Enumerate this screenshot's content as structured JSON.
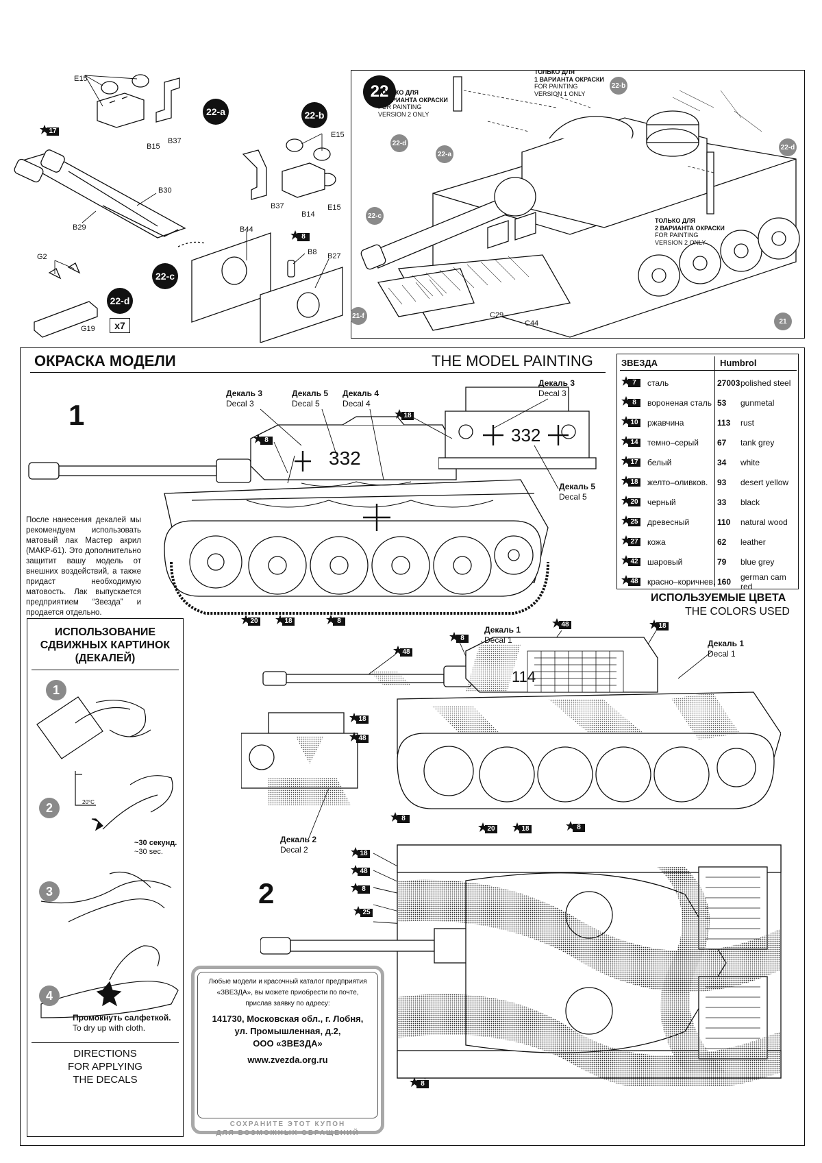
{
  "assembly_top": {
    "step_number": "22",
    "substeps": {
      "a": "22-a",
      "b": "22-b",
      "c": "22-c",
      "d": "22-d"
    },
    "ref_steps": {
      "r21f": "21-f",
      "r21": "21"
    },
    "multiplier": "x7",
    "parts": {
      "e15_1": "E15",
      "b15": "B15",
      "b37_1": "B37",
      "e15_2": "E15",
      "e15_3": "E15",
      "b37_2": "B37",
      "b14": "B14",
      "b30": "B30",
      "b29": "B29",
      "b44": "B44",
      "b8": "B8",
      "b27": "B27",
      "g2": "G2",
      "g19": "G19",
      "c29": "C29",
      "c44": "C44"
    },
    "color_refs": {
      "c17": "17",
      "c8": "8"
    },
    "version_notes": {
      "v1_ru_1": "ТОЛЬКО ДЛЯ",
      "v1_ru_2": "1 ВАРИАНТА ОКРАСКИ",
      "v1_en_1": "FOR PAINTING",
      "v1_en_2": "VERSION 1 ONLY",
      "v2a_ru_1": "ТОЛЬКО ДЛЯ",
      "v2a_ru_2": "2 ВАРИАНТА ОКРАСКИ",
      "v2a_en_1": "FOR PAINTING",
      "v2a_en_2": "VERSION 2 ONLY",
      "v2b_ru_1": "ТОЛЬКО ДЛЯ",
      "v2b_ru_2": "2 ВАРИАНТА ОКРАСКИ",
      "v2b_en_1": "FOR PAINTING",
      "v2b_en_2": "VERSION 2 ONLY"
    }
  },
  "painting": {
    "title_ru": "ОКРАСКА МОДЕЛИ",
    "title_en": "THE MODEL PAINTING",
    "version_1": "1",
    "version_2": "2",
    "tank1_number": "332",
    "tank2_number": "114",
    "v1_decals": {
      "d3_ru": "Декаль 3",
      "d3_en": "Decal 3",
      "d5_ru": "Декаль 5",
      "d5_en": "Decal 5",
      "d4_ru": "Декаль 4",
      "d4_en": "Decal 4",
      "d3b_ru": "Декаль 3",
      "d3b_en": "Decal 3",
      "d5b_ru": "Декаль 5",
      "d5b_en": "Decal 5"
    },
    "v2_decals": {
      "d1_ru": "Декаль 1",
      "d1_en": "Decal 1",
      "d1b_ru": "Декаль 1",
      "d1b_en": "Decal 1",
      "d2_ru": "Декаль 2",
      "d2_en": "Decal 2"
    },
    "v1_colors": {
      "a": "8",
      "b": "18",
      "c": "20",
      "d": "18",
      "e": "8"
    },
    "v2_colors": {
      "a": "48",
      "b": "8",
      "c": "48",
      "d": "18",
      "e": "18",
      "f": "48",
      "g": "8",
      "h": "20",
      "i": "18",
      "j": "8"
    },
    "v2_top_colors": {
      "a": "18",
      "b": "48",
      "c": "8",
      "d": "25",
      "e": "8"
    },
    "varnish_note": "После нанесения декалей мы рекомендуем использовать матовый лак Мастер акрил (МАКР-61). Это дополнительно защитит вашу модель от внешних воздействий, а также придаст необходимую матовость. Лак выпускается предприятием “Звезда” и продается отдельно."
  },
  "color_table": {
    "col_zvezda": "ЗВЕЗДА",
    "col_humbrol": "Humbrol",
    "rows": [
      {
        "num": "7",
        "ru": "сталь",
        "code": "27003",
        "en": "polished steel"
      },
      {
        "num": "8",
        "ru": "вороненая сталь",
        "code": "53",
        "en": "gunmetal"
      },
      {
        "num": "10",
        "ru": "ржавчина",
        "code": "113",
        "en": "rust"
      },
      {
        "num": "14",
        "ru": "темно–серый",
        "code": "67",
        "en": "tank grey"
      },
      {
        "num": "17",
        "ru": "белый",
        "code": "34",
        "en": "white"
      },
      {
        "num": "18",
        "ru": "желто–оливков.",
        "code": "93",
        "en": "desert yellow"
      },
      {
        "num": "20",
        "ru": "черный",
        "code": "33",
        "en": "black"
      },
      {
        "num": "25",
        "ru": "древесный",
        "code": "110",
        "en": "natural wood"
      },
      {
        "num": "27",
        "ru": "кожа",
        "code": "62",
        "en": "leather"
      },
      {
        "num": "42",
        "ru": "шаровый",
        "code": "79",
        "en": "blue grey"
      },
      {
        "num": "48",
        "ru": "красно–коричнев.",
        "code": "160",
        "en": "german cam red"
      }
    ],
    "caption_ru": "ИСПОЛЬЗУЕМЫЕ ЦВЕТА",
    "caption_en": "THE COLORS USED"
  },
  "decal_directions": {
    "title_ru_1": "ИСПОЛЬЗОВАНИЕ",
    "title_ru_2": "СДВИЖНЫХ КАРТИНОК",
    "title_ru_3": "(ДЕКАЛЕЙ)",
    "steps": [
      "1",
      "2",
      "3",
      "4"
    ],
    "temp": "20°C",
    "time_ru": "~30 секунд.",
    "time_en": "~30 sec.",
    "dry_ru": "Промокнуть салфеткой.",
    "dry_en": "To dry up with cloth.",
    "footer_1": "DIRECTIONS",
    "footer_2": "FOR APPLYING",
    "footer_3": "THE DECALS"
  },
  "coupon": {
    "line1": "Любые модели и красочный каталог предприятия",
    "line2": "«ЗВЕЗДА», вы можете приобрести по почте,",
    "line3": "прислав заявку по адресу:",
    "addr1": "141730, Московская обл., г. Лобня,",
    "addr2": "ул. Промышленная, д.2,",
    "addr3": "ООО «ЗВЕЗДА»",
    "web": "www.zvezda.org.ru",
    "keep1": "СОХРАНИТЕ ЭТОТ КУПОН",
    "keep2": "ДЛЯ ВОЗМОЖНЫХ ОБРАЩЕНИЙ"
  }
}
